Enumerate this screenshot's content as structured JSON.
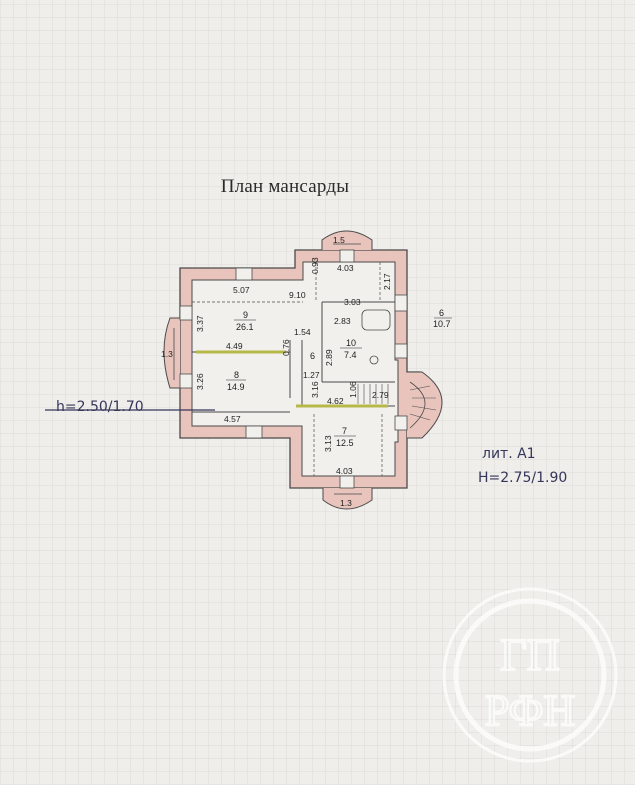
{
  "title": "План мансарды",
  "height_note_left": "h=2.50/1.70",
  "litera": "лит. А1",
  "height_note_right": "H=2.75/1.90",
  "rooms": [
    {
      "number": "9",
      "area": "26.1"
    },
    {
      "number": "8",
      "area": "14.9"
    },
    {
      "number": "10",
      "area": "7.4"
    },
    {
      "number": "7",
      "area": "12.5"
    },
    {
      "number": "6",
      "area": "10.7"
    },
    {
      "number": "6",
      "area": ""
    }
  ],
  "dimensions": {
    "top_bay": "1.5",
    "top_bay_inner": "4.03",
    "d_5_07": "5.07",
    "d_9_10": "9.10",
    "d_0_93": "0.93",
    "d_2_17": "2.17",
    "d_3_03": "3.03",
    "d_3_37": "3.37",
    "d_2_83": "2.83",
    "d_0_76": "0.76",
    "d_1_54": "1.54",
    "d_2_89": "2.89",
    "d_1_3_left": "1.3",
    "d_4_49": "4.49",
    "d_1_27": "1.27",
    "d_3_26": "3.26",
    "d_3_16": "3.16",
    "d_1_06": "1.06",
    "d_4_62": "4.62",
    "d_2_79": "2.79",
    "d_4_57": "4.57",
    "d_3_13": "3.13",
    "bottom_bay_inner": "4.03",
    "bottom_bay": "1.3"
  },
  "watermark": {
    "letters_top": "ГП",
    "letters_bottom": "РФН"
  },
  "colors": {
    "wall_fill": "#e8c4bc",
    "wall_stroke": "#4a4a4a",
    "highlight": "#b6b84a",
    "watermark": "#ffffff"
  }
}
